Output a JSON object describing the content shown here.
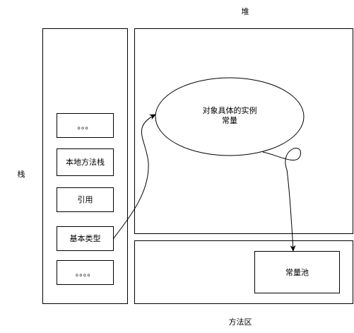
{
  "labels": {
    "heap": "堆",
    "stack": "栈",
    "method_area": "方法区"
  },
  "stack_items": [
    "。。。",
    "本地方法栈",
    "引用",
    "基本类型",
    "。。。。"
  ],
  "ellipse": {
    "line1": "对象具体的实例",
    "line2": "常量"
  },
  "constant_pool": "常量池",
  "colors": {
    "stroke": "#000000",
    "background": "#ffffff"
  }
}
